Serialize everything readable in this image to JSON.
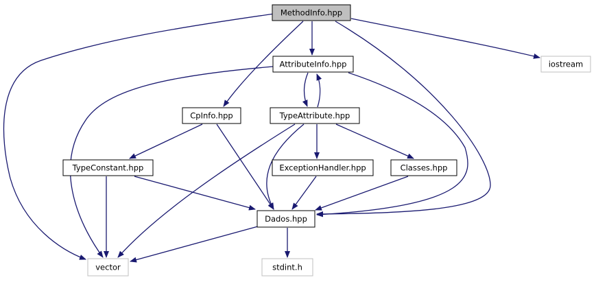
{
  "diagram": {
    "nodes": [
      {
        "id": "methodinfo",
        "label": "MethodInfo.hpp",
        "style": "root"
      },
      {
        "id": "attributeinfo",
        "label": "AttributeInfo.hpp",
        "style": "normal"
      },
      {
        "id": "iostream",
        "label": "iostream",
        "style": "external"
      },
      {
        "id": "cpinfo",
        "label": "CpInfo.hpp",
        "style": "normal"
      },
      {
        "id": "typeattribute",
        "label": "TypeAttribute.hpp",
        "style": "normal"
      },
      {
        "id": "typeconstant",
        "label": "TypeConstant.hpp",
        "style": "normal"
      },
      {
        "id": "exceptionhandler",
        "label": "ExceptionHandler.hpp",
        "style": "normal"
      },
      {
        "id": "classes",
        "label": "Classes.hpp",
        "style": "normal"
      },
      {
        "id": "dados",
        "label": "Dados.hpp",
        "style": "normal"
      },
      {
        "id": "vector",
        "label": "vector",
        "style": "external"
      },
      {
        "id": "stdint",
        "label": "stdint.h",
        "style": "external"
      }
    ],
    "edges": [
      {
        "from": "methodinfo",
        "to": "attributeinfo"
      },
      {
        "from": "methodinfo",
        "to": "iostream"
      },
      {
        "from": "methodinfo",
        "to": "cpinfo"
      },
      {
        "from": "methodinfo",
        "to": "dados"
      },
      {
        "from": "methodinfo",
        "to": "vector"
      },
      {
        "from": "attributeinfo",
        "to": "typeattribute"
      },
      {
        "from": "attributeinfo",
        "to": "dados"
      },
      {
        "from": "attributeinfo",
        "to": "vector"
      },
      {
        "from": "typeattribute",
        "to": "attributeinfo"
      },
      {
        "from": "typeattribute",
        "to": "exceptionhandler"
      },
      {
        "from": "typeattribute",
        "to": "classes"
      },
      {
        "from": "typeattribute",
        "to": "dados"
      },
      {
        "from": "typeattribute",
        "to": "vector"
      },
      {
        "from": "cpinfo",
        "to": "typeconstant"
      },
      {
        "from": "cpinfo",
        "to": "dados"
      },
      {
        "from": "typeconstant",
        "to": "dados"
      },
      {
        "from": "typeconstant",
        "to": "vector"
      },
      {
        "from": "exceptionhandler",
        "to": "dados"
      },
      {
        "from": "classes",
        "to": "dados"
      },
      {
        "from": "dados",
        "to": "vector"
      },
      {
        "from": "dados",
        "to": "stdint"
      }
    ],
    "colors": {
      "edge": "#191970",
      "root_fill": "#bfbfbf",
      "node_fill": "#ffffff",
      "node_border": "#000000",
      "external_border": "#bfbfbf"
    }
  }
}
